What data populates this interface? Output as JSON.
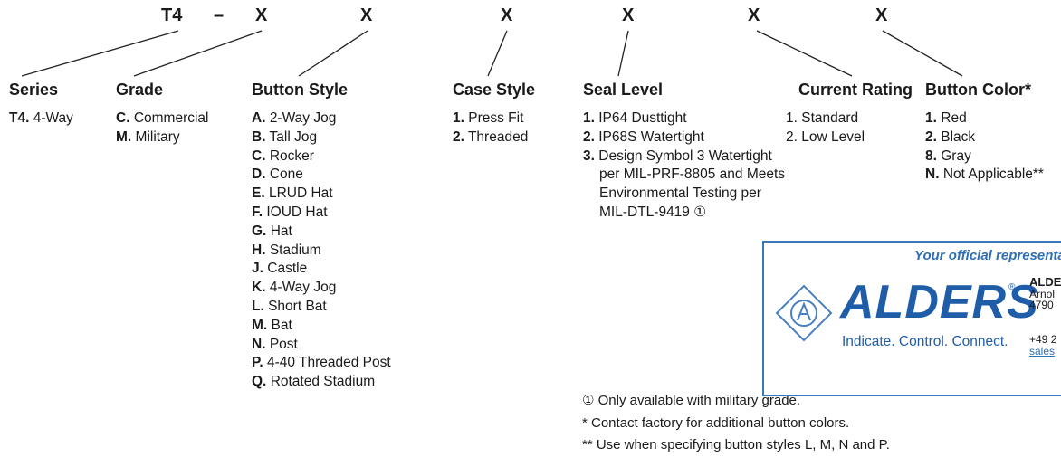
{
  "code": {
    "series": "T4",
    "dash": "–",
    "placeholder": "X"
  },
  "columns": {
    "series": {
      "heading": "Series",
      "items": [
        {
          "code": "T4.",
          "text": "4-Way"
        }
      ]
    },
    "grade": {
      "heading": "Grade",
      "items": [
        {
          "code": "C.",
          "text": "Commercial"
        },
        {
          "code": "M.",
          "text": "Military"
        }
      ]
    },
    "button_style": {
      "heading": "Button Style",
      "items": [
        {
          "code": "A.",
          "text": "2-Way Jog"
        },
        {
          "code": "B.",
          "text": "Tall Jog"
        },
        {
          "code": "C.",
          "text": "Rocker"
        },
        {
          "code": "D.",
          "text": "Cone"
        },
        {
          "code": "E.",
          "text": "LRUD Hat"
        },
        {
          "code": "F.",
          "text": "IOUD Hat"
        },
        {
          "code": "G.",
          "text": "Hat"
        },
        {
          "code": "H.",
          "text": "Stadium"
        },
        {
          "code": "J.",
          "text": "Castle"
        },
        {
          "code": "K.",
          "text": "4-Way Jog"
        },
        {
          "code": "L.",
          "text": "Short Bat"
        },
        {
          "code": "M.",
          "text": "Bat"
        },
        {
          "code": "N.",
          "text": "Post"
        },
        {
          "code": "P.",
          "text": "4-40 Threaded Post"
        },
        {
          "code": "Q.",
          "text": "Rotated Stadium"
        }
      ]
    },
    "case_style": {
      "heading": "Case Style",
      "items": [
        {
          "code": "1.",
          "text": "Press Fit"
        },
        {
          "code": "2.",
          "text": "Threaded"
        }
      ]
    },
    "seal_level": {
      "heading": "Seal Level",
      "items": [
        {
          "code": "1.",
          "text": "IP64 Dusttight"
        },
        {
          "code": "2.",
          "text": "IP68S Watertight"
        },
        {
          "code": "3.",
          "text": "Design Symbol 3 Watertight",
          "cont": [
            "per MIL-PRF-8805 and Meets",
            "Environmental Testing per",
            "MIL-DTL-9419 ①"
          ]
        }
      ]
    },
    "current_rating": {
      "heading": "Current Rating",
      "items": [
        {
          "text": "1. Standard"
        },
        {
          "text": "2. Low Level"
        }
      ]
    },
    "button_color": {
      "heading": "Button Color*",
      "items": [
        {
          "code": "1.",
          "text": "Red"
        },
        {
          "code": "2.",
          "text": "Black"
        },
        {
          "code": "8.",
          "text": "Gray"
        },
        {
          "code": "N.",
          "text": "Not Applicable**"
        }
      ]
    }
  },
  "notes": [
    "① Only available with military grade.",
    "*  Contact factory for additional button colors.",
    "** Use when specifying button styles L, M, N and P."
  ],
  "representative": {
    "title": "Your official representative",
    "brand": "ALDERS",
    "reg_mark": "®",
    "tagline": "Indicate. Control. Connect.",
    "company": "ALDERS",
    "street": "Arnol",
    "city": "4790",
    "phone": "+49 2",
    "email": "sales"
  },
  "colors": {
    "text": "#1a1a1a",
    "brand_blue": "#1f5da8",
    "box_border": "#3a77bb"
  }
}
